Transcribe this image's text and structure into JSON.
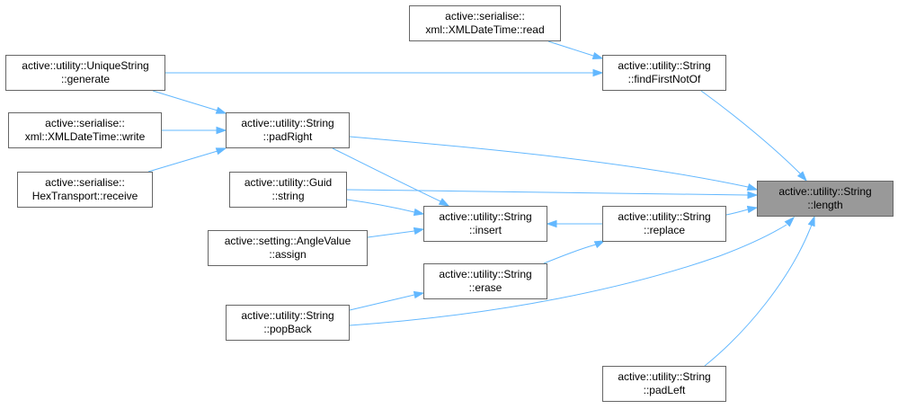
{
  "colors": {
    "edge": "#63b8ff",
    "node_border": "#666666",
    "current_node_fill": "#999999"
  },
  "nodes": {
    "length": {
      "line1": "active::utility::String",
      "line2": "::length"
    },
    "findFirstNotOf": {
      "line1": "active::utility::String",
      "line2": "::findFirstNotOf"
    },
    "xmlRead": {
      "line1": "active::serialise::",
      "line2": "xml::XMLDateTime::read"
    },
    "uniqueString": {
      "line1": "active::utility::UniqueString",
      "line2": "::generate"
    },
    "padRight": {
      "line1": "active::utility::String",
      "line2": "::padRight"
    },
    "xmlWrite": {
      "line1": "active::serialise::",
      "line2": "xml::XMLDateTime::write"
    },
    "hexReceive": {
      "line1": "active::serialise::",
      "line2": "HexTransport::receive"
    },
    "guidString": {
      "line1": "active::utility::Guid",
      "line2": "::string"
    },
    "insert": {
      "line1": "active::utility::String",
      "line2": "::insert"
    },
    "replace": {
      "line1": "active::utility::String",
      "line2": "::replace"
    },
    "angleAssign": {
      "line1": "active::setting::AngleValue",
      "line2": "::assign"
    },
    "erase": {
      "line1": "active::utility::String",
      "line2": "::erase"
    },
    "popBack": {
      "line1": "active::utility::String",
      "line2": "::popBack"
    },
    "padLeft": {
      "line1": "active::utility::String",
      "line2": "::padLeft"
    }
  },
  "edges": [
    {
      "from": "xmlRead",
      "to": "findFirstNotOf"
    },
    {
      "from": "uniqueString",
      "to": "findFirstNotOf"
    },
    {
      "from": "uniqueString",
      "to": "padRight"
    },
    {
      "from": "xmlWrite",
      "to": "padRight"
    },
    {
      "from": "hexReceive",
      "to": "padRight"
    },
    {
      "from": "findFirstNotOf",
      "to": "length"
    },
    {
      "from": "padRight",
      "to": "length"
    },
    {
      "from": "padRight",
      "to": "insert"
    },
    {
      "from": "guidString",
      "to": "length"
    },
    {
      "from": "guidString",
      "to": "insert"
    },
    {
      "from": "angleAssign",
      "to": "insert"
    },
    {
      "from": "replace",
      "to": "insert"
    },
    {
      "from": "replace",
      "to": "length"
    },
    {
      "from": "erase",
      "to": "replace"
    },
    {
      "from": "popBack",
      "to": "erase"
    },
    {
      "from": "popBack",
      "to": "length"
    },
    {
      "from": "padLeft",
      "to": "length"
    }
  ]
}
